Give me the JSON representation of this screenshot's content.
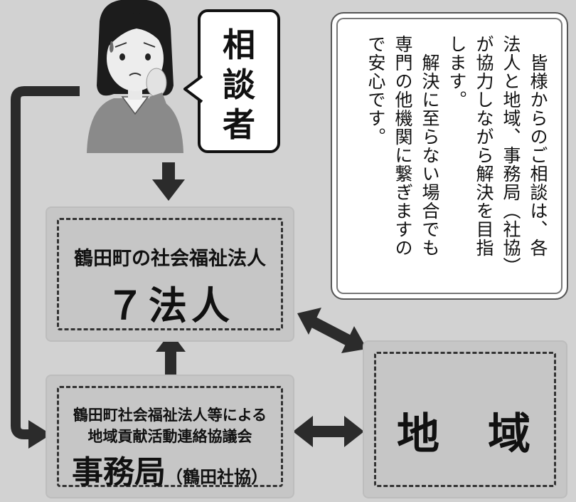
{
  "consultee": {
    "label": "相談者"
  },
  "note": {
    "lines": [
      "　皆様からのご相談は、各",
      "法人と地域、事務局（社協）",
      "が協力しながら解決を目指",
      "します。",
      "　解決に至らない場合でも",
      "専門の他機関に繋ぎますの",
      "で安心です。"
    ]
  },
  "corporations": {
    "title": "鶴田町の社会福祉法人",
    "count": "７法人"
  },
  "secretariat": {
    "line1": "鶴田町社会福祉法人等による",
    "line2": "地域貢献活動連絡協議会",
    "main": "事務局",
    "sub": "（鶴田社協）"
  },
  "community": {
    "label": "地　域"
  },
  "colors": {
    "box_fill": "#c6c6c6",
    "arrow": "#2b2b2b",
    "dash": "#333333"
  }
}
